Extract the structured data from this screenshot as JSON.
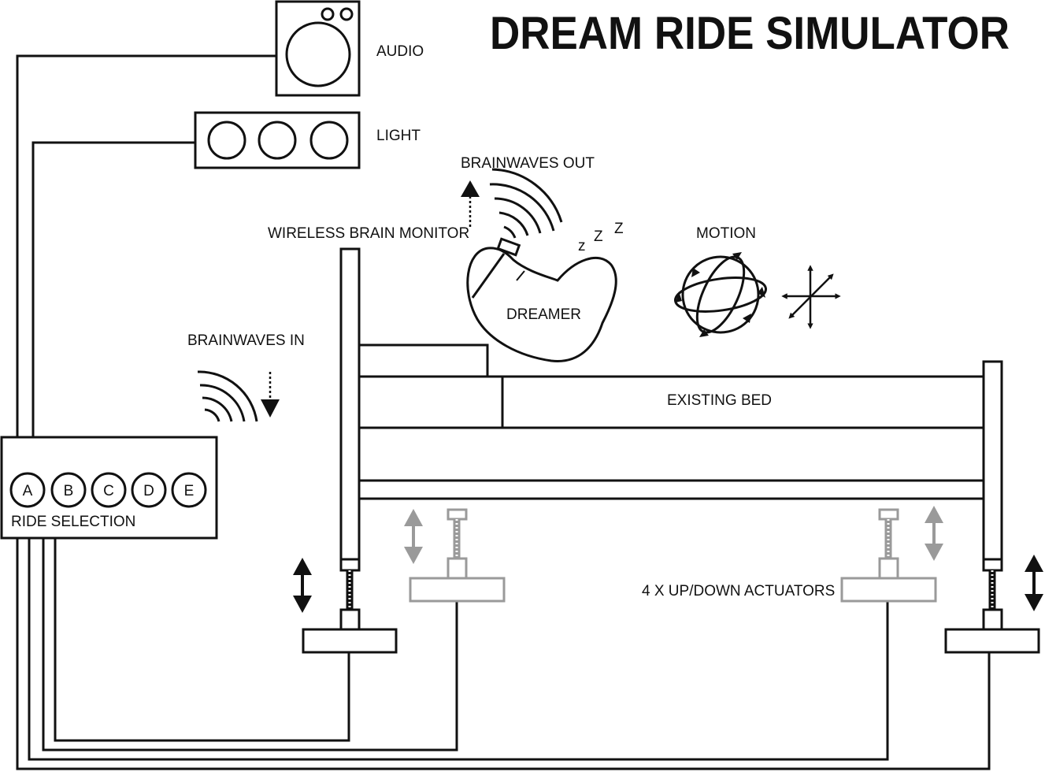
{
  "title": "DREAM RIDE SIMULATOR",
  "labels": {
    "audio": "AUDIO",
    "light": "LIGHT",
    "brainwaves_out": "BRAINWAVES OUT",
    "wireless_brain_monitor": "WIRELESS BRAIN MONITOR",
    "motion": "MOTION",
    "dreamer": "DREAMER",
    "brainwaves_in": "BRAINWAVES IN",
    "existing_bed": "EXISTING BED",
    "ride_selection": "RIDE SELECTION",
    "actuators": "4 X UP/DOWN ACTUATORS"
  },
  "sleep_letters": [
    "z",
    "Z",
    "Z"
  ],
  "ride_buttons": [
    "A",
    "B",
    "C",
    "D",
    "E"
  ],
  "colors": {
    "line": "#111111",
    "inactive_actuator": "#9a9a9a",
    "background": "#ffffff"
  }
}
